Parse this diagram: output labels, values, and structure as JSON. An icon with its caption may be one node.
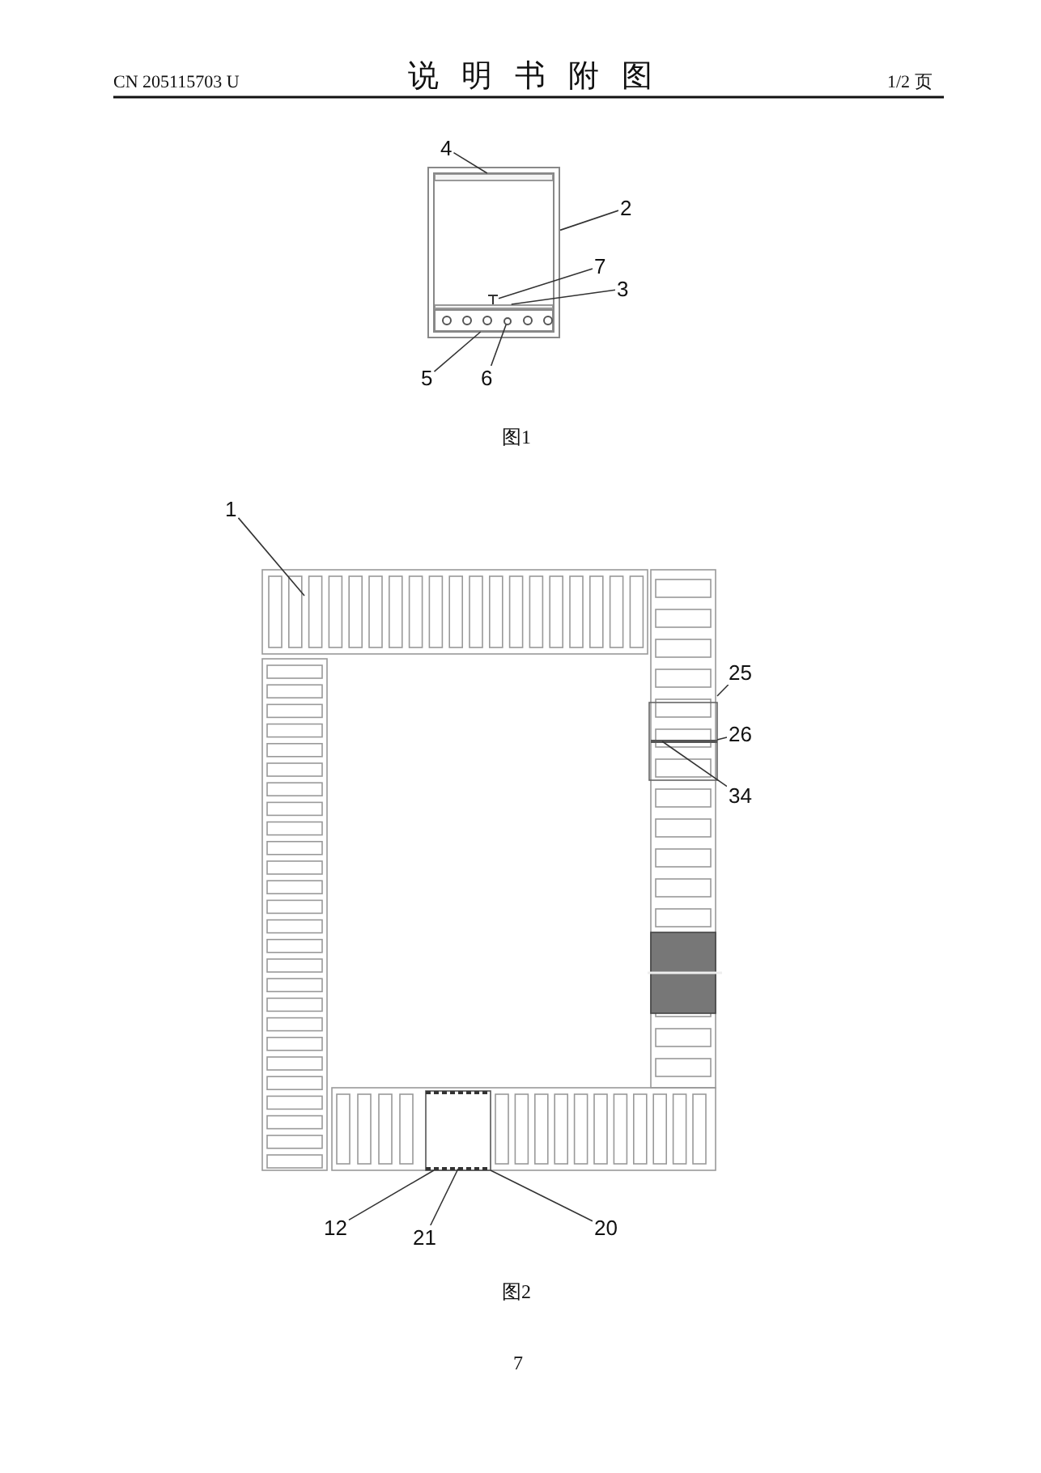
{
  "diagram": {
    "title": "说明书附图",
    "nodes": [
      {
        "text": [
          "4"
        ]
      },
      {
        "text": [
          "2"
        ]
      },
      {
        "text": [
          "7"
        ]
      },
      {
        "text": [
          "3"
        ]
      },
      {
        "text": [
          "5"
        ]
      },
      {
        "text": [
          "6"
        ]
      },
      {
        "text": [
          "1"
        ]
      },
      {
        "text": [
          "25"
        ]
      },
      {
        "text": [
          "26"
        ]
      },
      {
        "text": [
          "34"
        ]
      },
      {
        "text": [
          "12"
        ]
      },
      {
        "text": [
          "21"
        ]
      },
      {
        "text": [
          "20"
        ]
      },
      {
        "text": [],
        "shape": "box"
      },
      {
        "text": [],
        "shape": "bar",
        "in": 13
      },
      {
        "text": [],
        "shape": "picture",
        "in": 13
      },
      {
        "text": [],
        "shape": "bar",
        "in": 13
      },
      {
        "text": [],
        "shape": "box",
        "in": 13
      },
      {
        "text": [],
        "shape": "circle",
        "in": 17
      }
    ],
    "edges": [
      {
        "from": 0,
        "to": 14,
        "arrow": "none"
      },
      {
        "from": 1,
        "to": 13,
        "arrow": "none"
      },
      {
        "from": 2,
        "to": 15,
        "arrow": "none"
      },
      {
        "from": 3,
        "to": 16,
        "arrow": "none"
      },
      {
        "from": 4,
        "to": 17,
        "arrow": "none"
      },
      {
        "from": 5,
        "to": 18,
        "arrow": "none"
      },
      {
        "from": 6,
        "to": null,
        "arrow": "none"
      },
      {
        "from": 7,
        "to": null,
        "arrow": "none"
      },
      {
        "from": 8,
        "to": null,
        "arrow": "none"
      },
      {
        "from": 9,
        "to": null,
        "arrow": "none"
      },
      {
        "from": 10,
        "to": null,
        "arrow": "none"
      },
      {
        "from": 11,
        "to": null,
        "arrow": "none"
      },
      {
        "from": 12,
        "to": null,
        "arrow": "none"
      }
    ],
    "labels": [
      "CN 205115703 U",
      "1/2 页",
      "图1",
      "图2",
      "7"
    ]
  }
}
